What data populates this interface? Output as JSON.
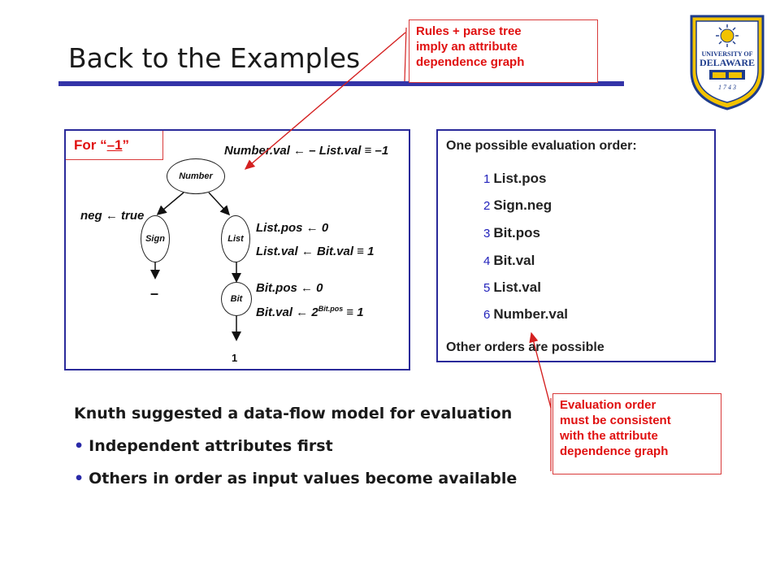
{
  "slide": {
    "title": "Back to the Examples"
  },
  "callouts": {
    "top": [
      "Rules + parse tree",
      "imply an attribute",
      "dependence graph"
    ],
    "bottom": [
      "Evaluation order",
      "must be consistent",
      "with the  attribute",
      "dependence graph"
    ]
  },
  "tree_panel": {
    "label_prefix": "For “",
    "label_value": "–1",
    "label_suffix": "”",
    "nodes": {
      "number": "Number",
      "sign": "Sign",
      "list": "List",
      "bit": "Bit"
    },
    "leaves": {
      "minus": "–",
      "one": "1"
    },
    "rules": {
      "number_val": "Number.val ← – List.val ≡ –1",
      "neg": "neg ← true",
      "list_pos": "List.pos ← 0",
      "list_val": "List.val ← Bit.val ≡ 1",
      "bit_pos": "Bit.pos ← 0",
      "bit_val_prefix": "Bit.val ← 2",
      "bit_val_sup": "Bit.pos",
      "bit_val_suffix": " ≡ 1"
    }
  },
  "order_panel": {
    "heading": "One possible evaluation order:",
    "items": [
      {
        "num": "1",
        "label": "List.pos"
      },
      {
        "num": "2",
        "label": "Sign.neg"
      },
      {
        "num": "3",
        "label": "Bit.pos"
      },
      {
        "num": "4",
        "label": "Bit.val"
      },
      {
        "num": "5",
        "label": "List.val"
      },
      {
        "num": "6",
        "label": "Number.val"
      }
    ],
    "footer": "Other orders are possible"
  },
  "body": {
    "line1": "Knuth suggested a data-flow model for evaluation",
    "bullets": [
      "Independent attributes first",
      "Others in order as input values become available"
    ]
  },
  "logo": {
    "alt": "University of Delaware seal",
    "line1": "UNIVERSITY OF",
    "line2": "DELAWARE",
    "year": "1 7 4 3"
  },
  "colors": {
    "accent": "#3434a8",
    "callout": "#e01010",
    "panel_border": "#2a2a9a"
  }
}
